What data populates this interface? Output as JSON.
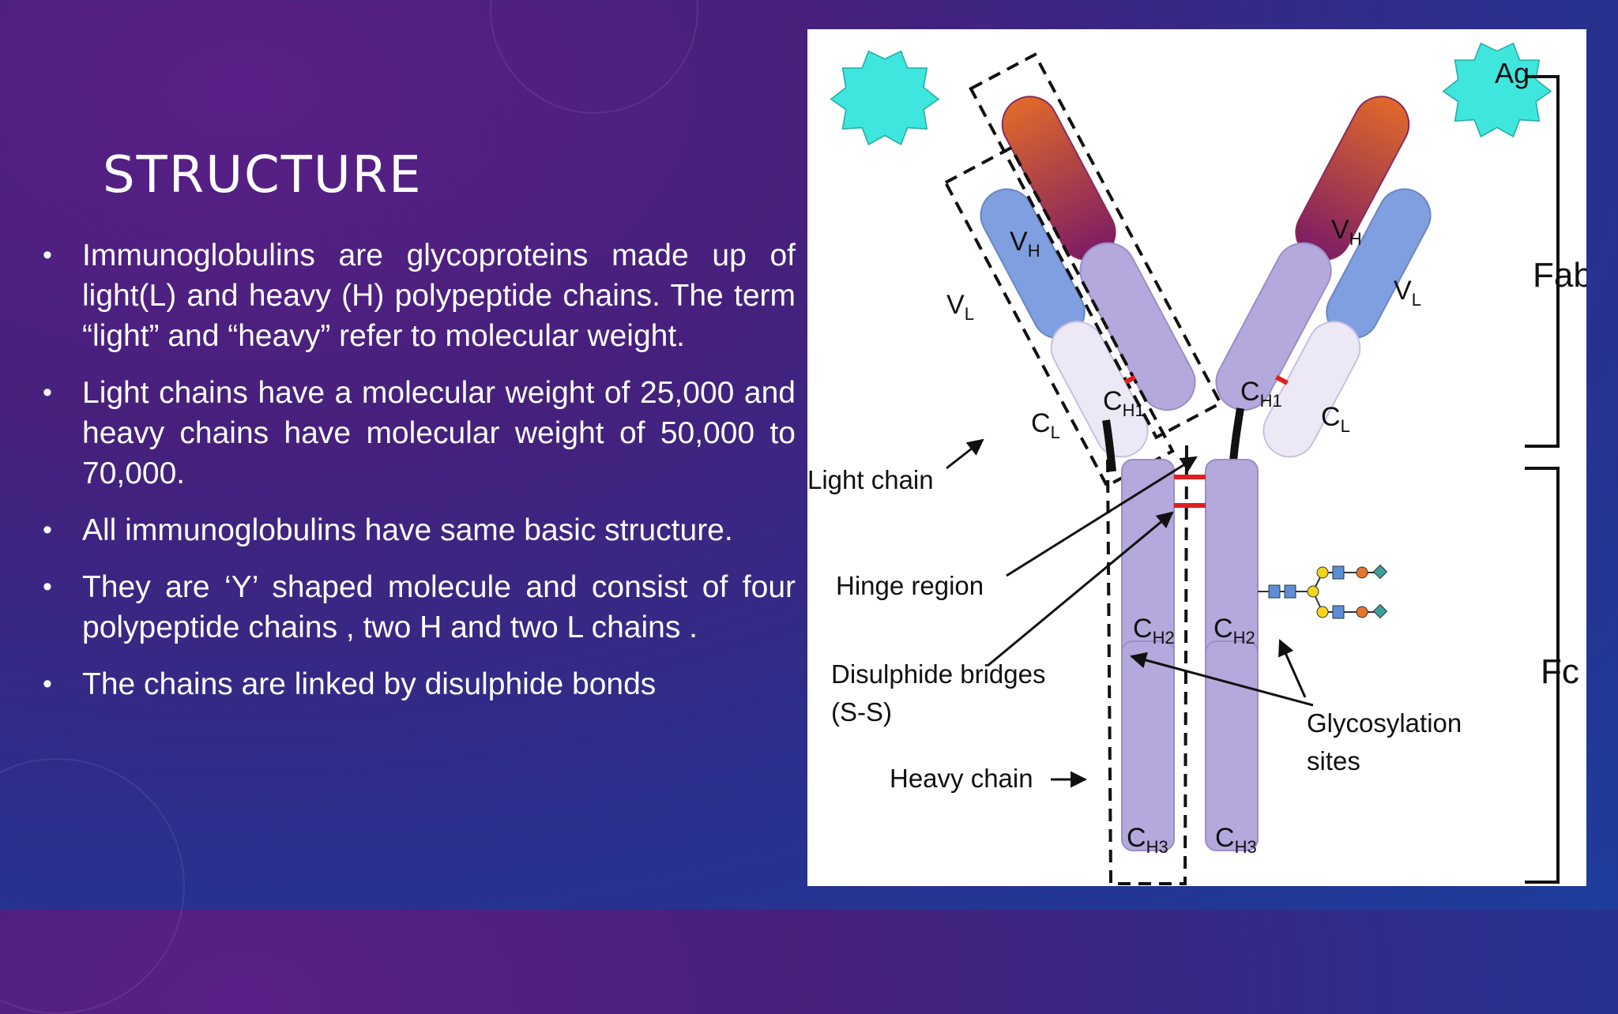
{
  "slide": {
    "title": "STRUCTURE",
    "bullets": [
      "Immunoglobulins are glycoproteins made up of light(L) and heavy (H) polypeptide chains. The term “light” and “heavy” refer to molecular weight.",
      "Light chains have a molecular weight of 25,000 and heavy chains have molecular weight of 50,000 to 70,000.",
      "All immunoglobulins have same basic structure.",
      "They are ‘Y’ shaped molecule and consist of four polypeptide chains , two H and two L chains .",
      "The chains are linked by  disulphide bonds"
    ]
  },
  "diagram": {
    "antigen": "Ag",
    "domains": {
      "vh": {
        "main": "V",
        "sub": "H"
      },
      "vl": {
        "main": "V",
        "sub": "L"
      },
      "ch1": {
        "main": "C",
        "sub": "H1"
      },
      "cl": {
        "main": "C",
        "sub": "L"
      },
      "ch2": {
        "main": "C",
        "sub": "H2"
      },
      "ch3": {
        "main": "C",
        "sub": "H3"
      }
    },
    "labels": {
      "light_chain": "Light chain",
      "hinge_region": "Hinge region",
      "disulphide_line1": "Disulphide bridges",
      "disulphide_line2": "(S-S)",
      "heavy_chain": "Heavy chain",
      "glyco_line1": "Glycosylation",
      "glyco_line2": "sites",
      "fab": "Fab",
      "fc": "Fc"
    },
    "colors": {
      "antigen": "#3ee6de",
      "light_variable": "#7f9fe0",
      "heavy_variable_start": "#e06a2a",
      "heavy_variable_end": "#7a1a66",
      "heavy_constant": "#b4a8dc",
      "light_constant": "#ece8f6",
      "disulphide": "#e01f1f",
      "glycan_square": "#5a8fd6",
      "glycan_circle_yellow": "#f1d51c",
      "glycan_circle_orange": "#e8742a",
      "glycan_diamond": "#3aa0a0"
    }
  }
}
